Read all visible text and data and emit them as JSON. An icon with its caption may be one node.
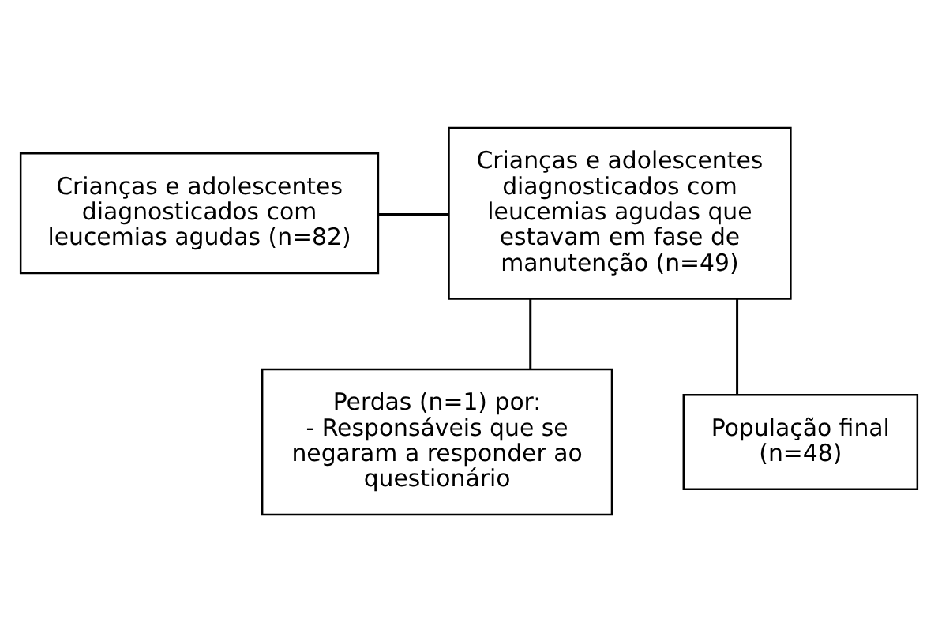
{
  "diagram": {
    "nodes": [
      {
        "text": [
          "Crianças e adolescentes diagnosticados com leucemias agudas (n=82)"
        ]
      },
      {
        "text": [
          "Crianças e adolescentes diagnosticados com leucemias agudas que estavam em fase de manutenção (n=49)"
        ]
      },
      {
        "text": [
          "Perdas (n=1) por:",
          "- Responsáveis que se negaram a responder ao questionário"
        ]
      },
      {
        "text": [
          "População final (n=48)"
        ]
      }
    ],
    "edges": [
      {
        "from": 0,
        "to": 1,
        "arrow": "none"
      },
      {
        "from": 1,
        "to": 2,
        "arrow": "none"
      },
      {
        "from": 1,
        "to": 3,
        "arrow": "none"
      }
    ]
  }
}
